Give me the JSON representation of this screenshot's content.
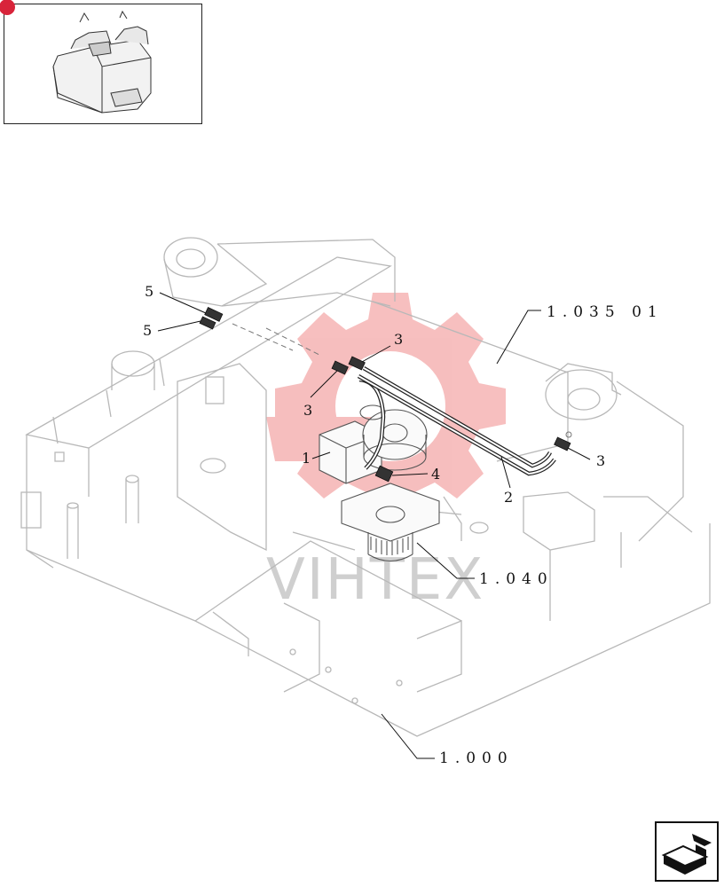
{
  "thumbnail": {
    "icon": "excavator-cab-icon"
  },
  "watermark": {
    "text": "VIHTEX",
    "color": "#f08a8a"
  },
  "part_labels": [
    "5",
    "5",
    "3",
    "3",
    "3",
    "1",
    "4",
    "2"
  ],
  "references": {
    "ref_top": "1.035 01",
    "ref_mid": "1.040",
    "ref_bottom": "1.000"
  },
  "nav": {
    "icon": "next-page-arrow-icon"
  },
  "colors": {
    "line": "#b8b8b8",
    "hose": "#222222",
    "watermark": "#f08a8a"
  }
}
